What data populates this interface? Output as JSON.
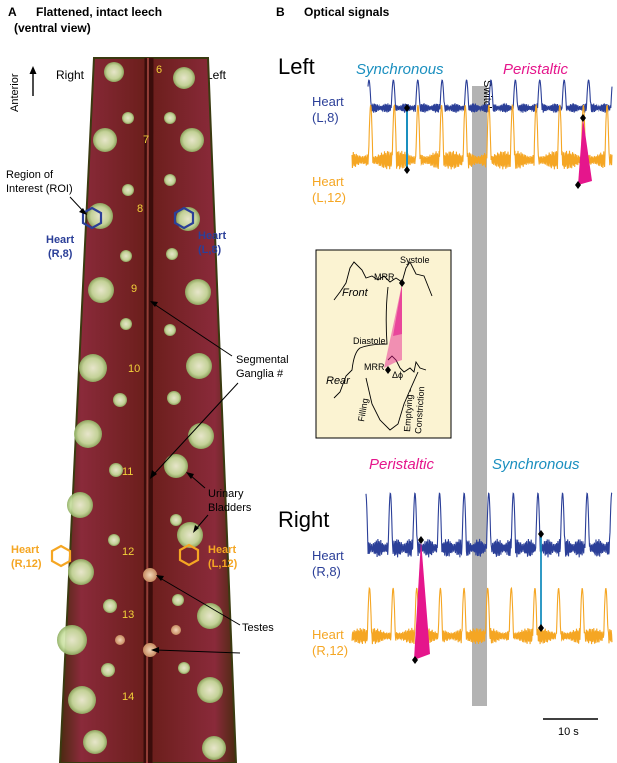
{
  "panel_a": {
    "letter": "A",
    "title_line1": "Flattened, intact leech",
    "title_line2": "(ventral view)",
    "anterior_label": "Anterior",
    "right_label": "Right",
    "left_label": "Left",
    "roi_line1": "Region of",
    "roi_line2": "Interest (ROI)",
    "heart_r8_line1": "Heart",
    "heart_r8_line2": "(R,8)",
    "heart_l8_line1": "Heart",
    "heart_l8_line2": "(L,8)",
    "heart_r12_line1": "Heart",
    "heart_r12_line2": "(R,12)",
    "heart_l12_line1": "Heart",
    "heart_l12_line2": "(L,12)",
    "ganglia_line1": "Segmental",
    "ganglia_line2": "Ganglia #",
    "bladders_line1": "Urinary",
    "bladders_line2": "Bladders",
    "testes_label": "Testes",
    "segments": [
      "6",
      "7",
      "8",
      "9",
      "10",
      "11",
      "12",
      "13",
      "14"
    ]
  },
  "panel_b": {
    "letter": "B",
    "title": "Optical signals",
    "left_label": "Left",
    "right_label": "Right",
    "switch_label": "Switch",
    "left_mode_before": "Synchronous",
    "left_mode_after": "Peristaltic",
    "right_mode_before": "Peristaltic",
    "right_mode_after": "Synchronous",
    "trace_l8_line1": "Heart",
    "trace_l8_line2": "(L,8)",
    "trace_l12_line1": "Heart",
    "trace_l12_line2": "(L,12)",
    "trace_r8_line1": "Heart",
    "trace_r8_line2": "(R,8)",
    "trace_r12_line1": "Heart",
    "trace_r12_line2": "(R,12)",
    "scale_label": "10 s"
  },
  "inset": {
    "systole": "Systole",
    "mrr_top": "MRR",
    "front": "Front",
    "diastole": "Diastole",
    "mrr_bottom": "MRR",
    "delta_phi": "Δϕ",
    "rear": "Rear",
    "filling": "Filling",
    "emptying_line1": "Emptying -",
    "emptying_line2": "Constriction"
  },
  "colors": {
    "blue": "#2b3f98",
    "orange": "#f5a623",
    "magenta": "#e5168c",
    "cyan": "#1a8fbf",
    "switch_bar": "#b3b3b3",
    "inset_bg": "#fbf3d2"
  }
}
